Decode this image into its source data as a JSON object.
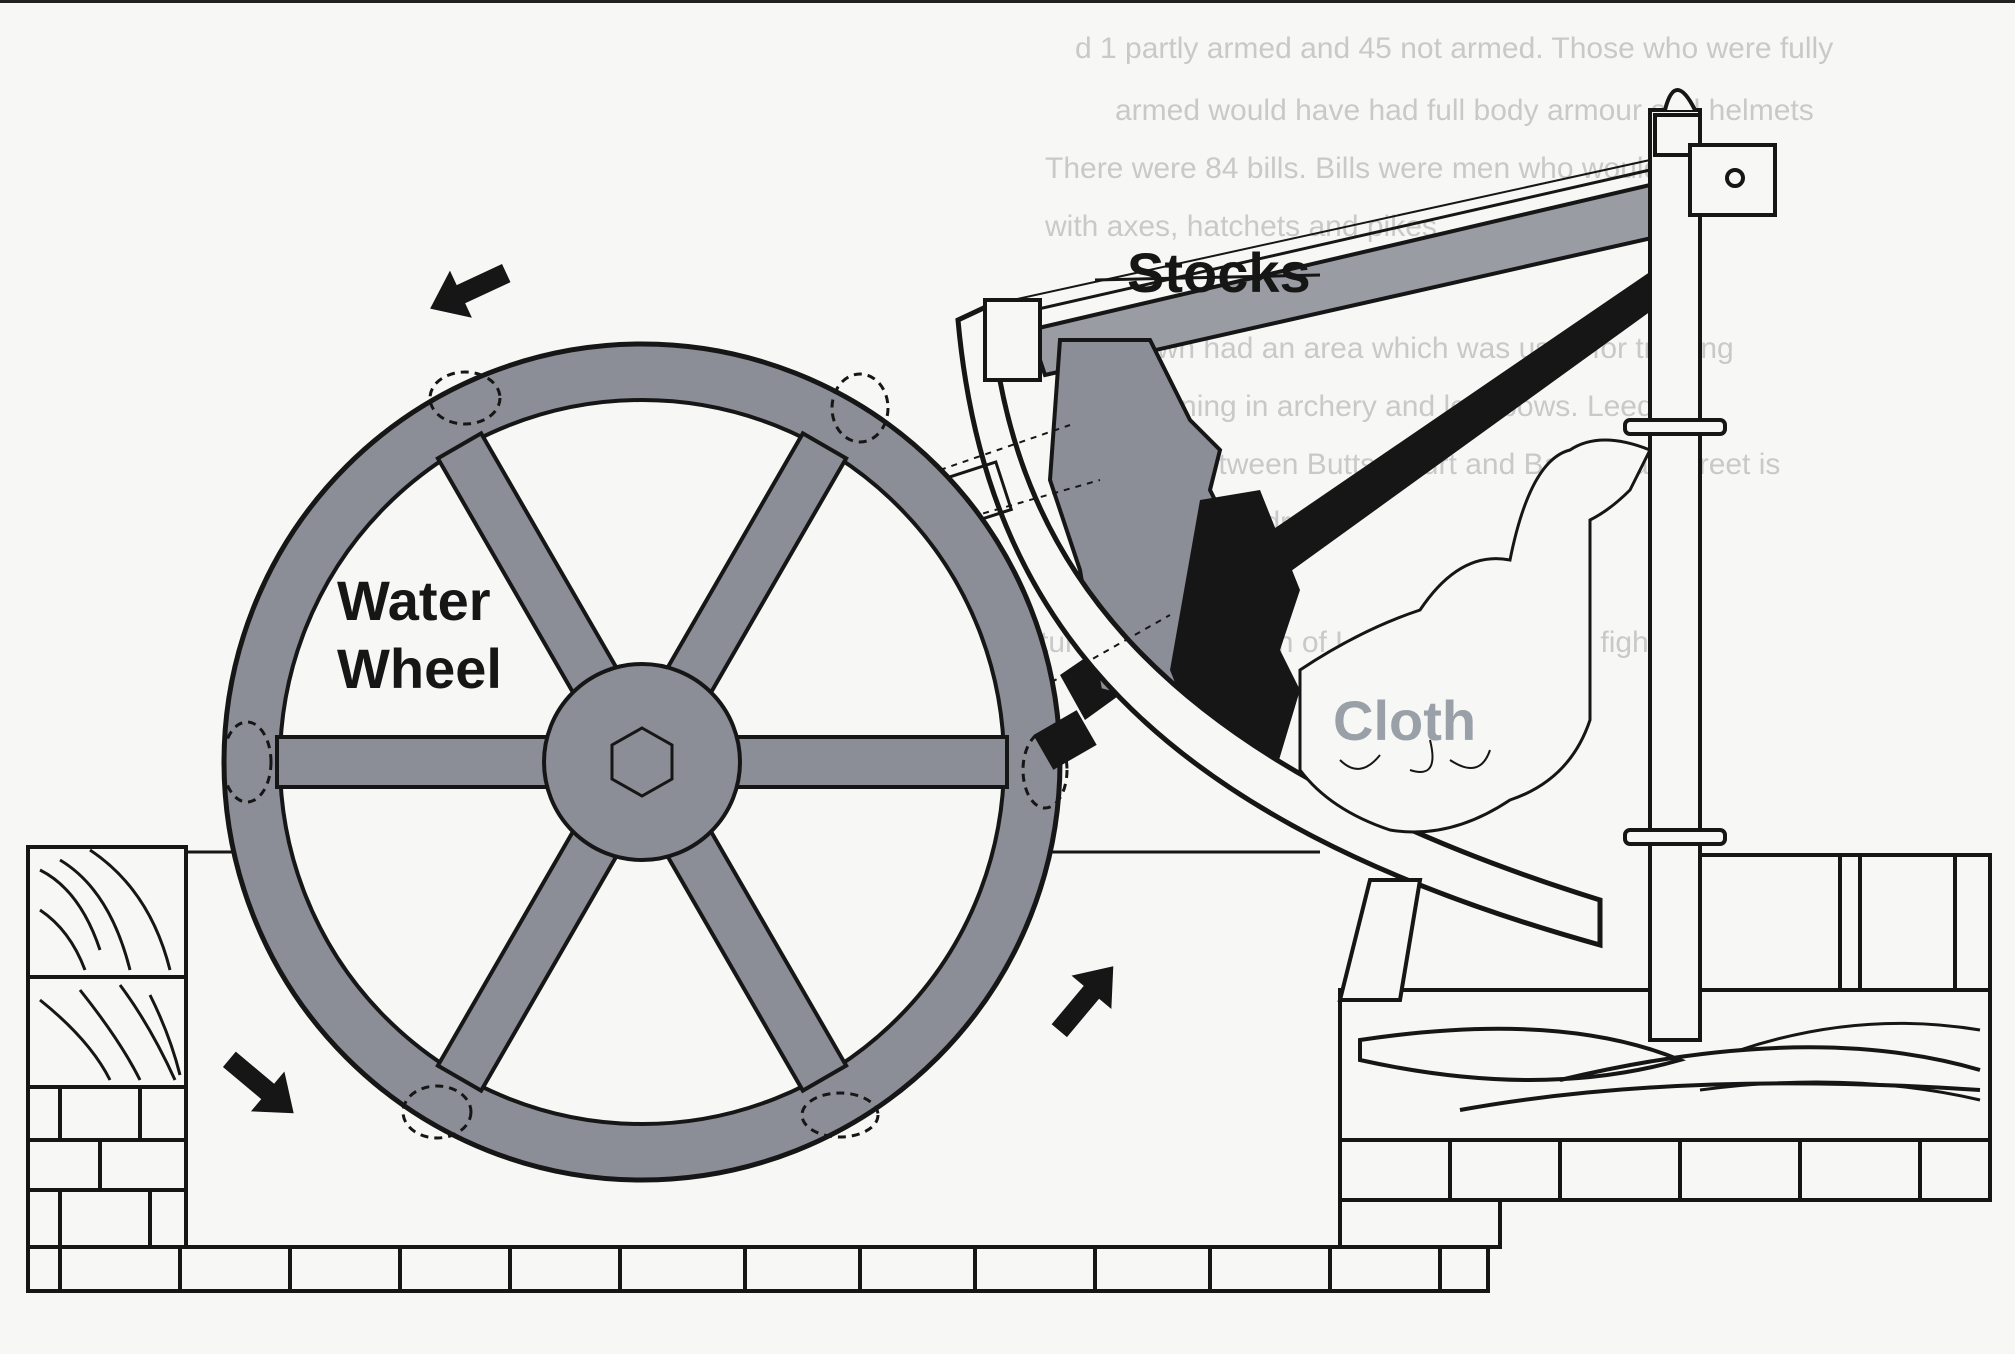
{
  "labels": {
    "stocks": "Stocks",
    "water_line1": "Water",
    "water_line2": "Wheel",
    "cloth": "Cloth"
  },
  "bleed_through_text": [
    "d 1 partly armed and 45 not armed. Those who were fully",
    "armed would have had full body armour and helmets",
    "There were 84 bills. Bills were men who would fight",
    "with axes, hatchets and pikes.",
    "Each town had an area which was used for training",
    "for training in archery and longbows. Leeds's",
    "place between Butts Court and Basinghall Street is",
    "now the Headrow.",
    "Fortunately these men of Leeds never had to fight."
  ],
  "colors": {
    "paper": "#f7f7f5",
    "wheel_fill": "#8b8e97",
    "stock_fill": "#9a9ca3",
    "dark": "#161616",
    "cloth_label": "#9aa0a8",
    "bleed_text": "#c9c9c9"
  },
  "icons": {
    "arrow": "direction-arrow-icon"
  }
}
